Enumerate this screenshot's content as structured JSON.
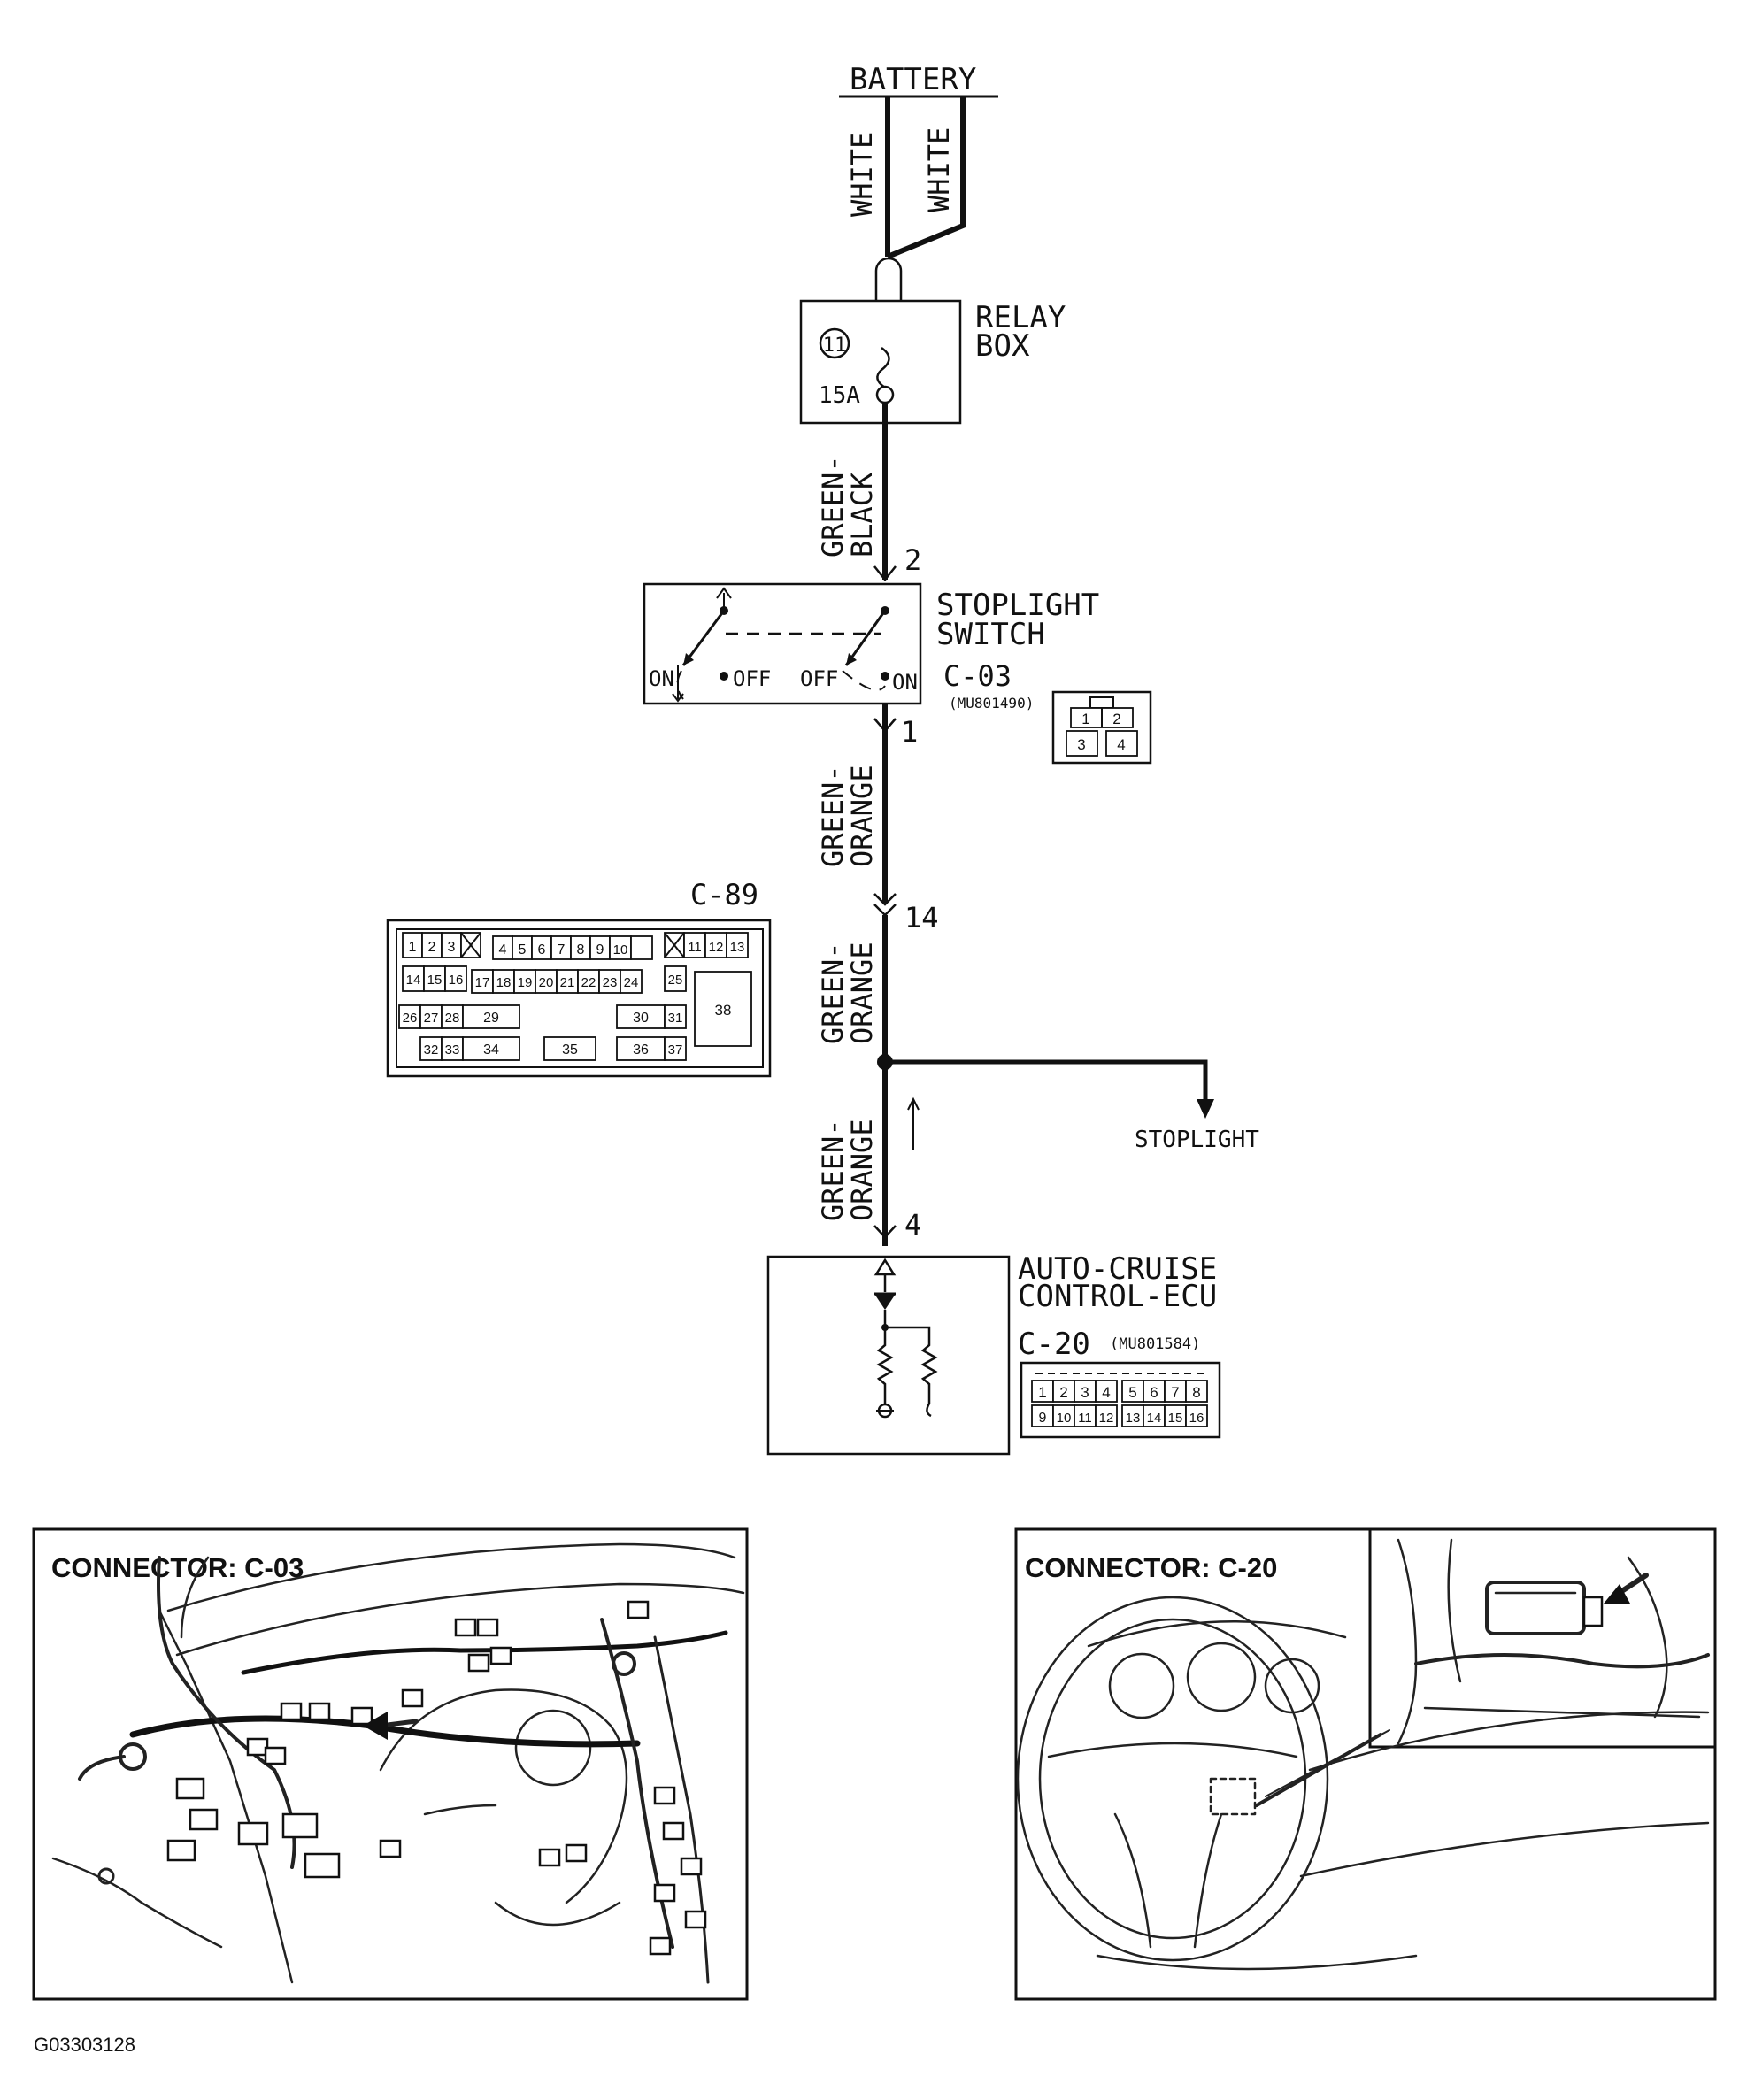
{
  "battery": {
    "label": "BATTERY",
    "wire_left": "WHITE",
    "wire_right": "WHITE"
  },
  "relay_box": {
    "label_line1": "RELAY",
    "label_line2": "BOX",
    "fuse_number": "11",
    "fuse_rating": "15A"
  },
  "wire_relay_switch": {
    "line1": "GREEN-",
    "line2": "BLACK",
    "pin": "2"
  },
  "stoplight_switch": {
    "label_line1": "STOPLIGHT",
    "label_line2": "SWITCH",
    "on_left": "ON",
    "off_left": "OFF",
    "off_right": "OFF",
    "on_right": "ON",
    "connector": "C-03",
    "part_number": "(MU801490)",
    "pins": [
      "1",
      "2",
      "3",
      "4"
    ],
    "out_pin": "1"
  },
  "wire_switch_junction": {
    "line1": "GREEN-",
    "line2": "ORANGE"
  },
  "c89": {
    "connector": "C-89",
    "pin_on_wire": "14",
    "row1": [
      "1",
      "2",
      "3",
      "4",
      "5",
      "6",
      "7",
      "8",
      "9",
      "10",
      "11",
      "12",
      "13"
    ],
    "row2": [
      "14",
      "15",
      "16",
      "17",
      "18",
      "19",
      "20",
      "21",
      "22",
      "23",
      "24",
      "25"
    ],
    "row3": [
      "26",
      "27",
      "28",
      "29",
      "30",
      "31"
    ],
    "row4": [
      "32",
      "33",
      "34",
      "35",
      "36",
      "37"
    ],
    "big_cell": "38"
  },
  "wire_c89_junction": {
    "line1": "GREEN-",
    "line2": "ORANGE"
  },
  "stoplight_branch": {
    "label": "STOPLIGHT"
  },
  "wire_ecu": {
    "line1": "GREEN-",
    "line2": "ORANGE",
    "pin": "4"
  },
  "ecu": {
    "label_line1": "AUTO-CRUISE",
    "label_line2": "CONTROL-ECU",
    "connector": "C-20",
    "part_number": "(MU801584)",
    "row1": [
      "1",
      "2",
      "3",
      "4",
      "5",
      "6",
      "7",
      "8"
    ],
    "row2": [
      "9",
      "10",
      "11",
      "12",
      "13",
      "14",
      "15",
      "16"
    ]
  },
  "panel_left": {
    "title": "CONNECTOR: C-03"
  },
  "panel_right": {
    "title": "CONNECTOR: C-20"
  },
  "figure_code": "G03303128"
}
